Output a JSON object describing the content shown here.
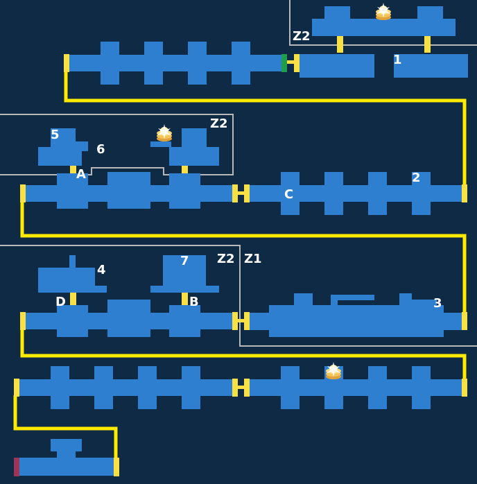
{
  "map": {
    "colors": {
      "background": "#0f2a45",
      "room": "#2f7fd0",
      "path": "#ffeb00",
      "zone_border": "#b8b8b8",
      "door": "#f8e045",
      "green_door": "#1f9c4c",
      "red_door": "#9c3658"
    },
    "labels": {
      "z2_top": "Z2",
      "n1": "1",
      "n5": "5",
      "n6": "6",
      "z2_mid": "Z2",
      "a": "A",
      "c": "C",
      "n2": "2",
      "n4": "4",
      "n7": "7",
      "z2_low": "Z2",
      "z1": "Z1",
      "d": "D",
      "b": "B",
      "n3": "3"
    },
    "icons": [
      "treasure-icon",
      "treasure-icon",
      "treasure-icon"
    ]
  }
}
